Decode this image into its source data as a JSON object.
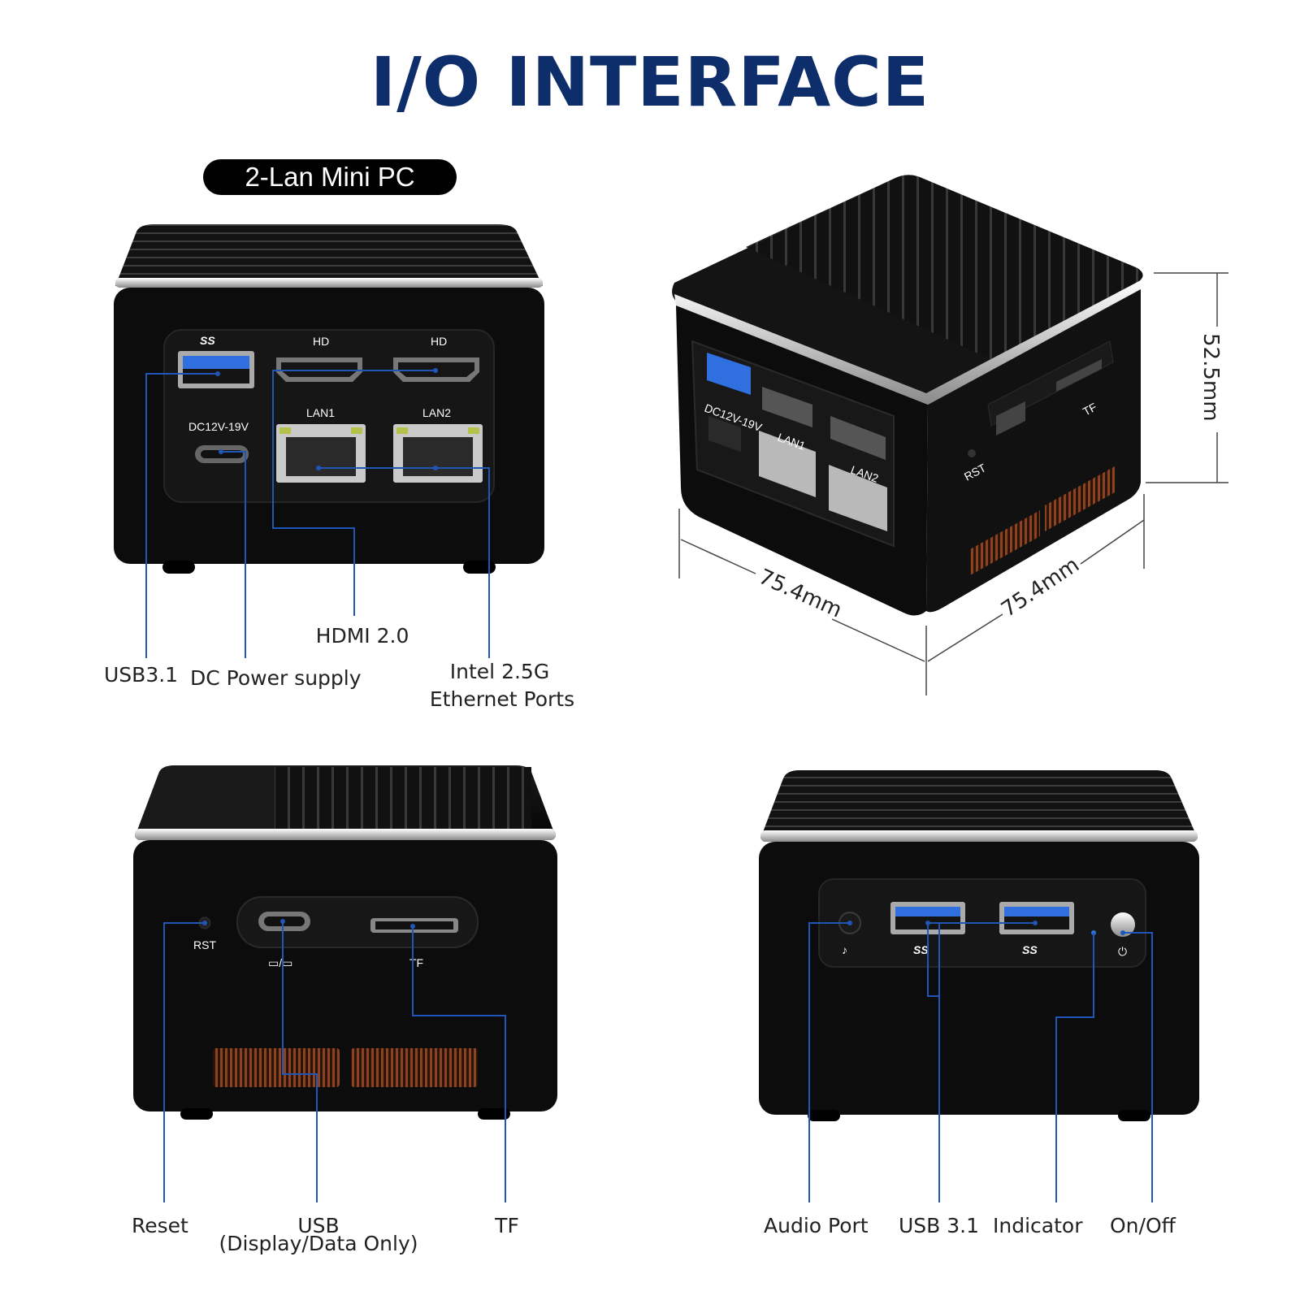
{
  "title": "I/O INTERFACE",
  "badge": "2-Lan Mini PC",
  "front_view": {
    "port_text": {
      "ss": "SS",
      "dc": "DC12V-19V",
      "lan1": "LAN1",
      "lan2": "LAN2"
    },
    "callouts": {
      "usb": "USB3.1",
      "dc": "DC Power supply",
      "hdmi": "HDMI 2.0",
      "lan_line1": "Intel 2.5G",
      "lan_line2": "Ethernet Ports"
    }
  },
  "iso_view": {
    "dims": {
      "height": "52.5mm",
      "depth": "75.4mm",
      "width": "75.4mm"
    },
    "port_text": {
      "dc": "DC12V-19V",
      "lan1": "LAN1",
      "lan2": "LAN2",
      "rst": "RST",
      "tf": "TF"
    }
  },
  "side_view": {
    "port_text": {
      "rst": "RST",
      "tf": "TF"
    },
    "callouts": {
      "reset": "Reset",
      "usb_line1": "USB",
      "usb_line2": "(Display/Data Only)",
      "tf": "TF"
    }
  },
  "back_view": {
    "callouts": {
      "audio": "Audio Port",
      "usb": "USB 3.1",
      "indicator": "Indicator",
      "onoff": "On/Off"
    }
  },
  "colors": {
    "title": "#0e2d6b",
    "callout_line": "#1f56b8",
    "usb_blue": "#2f6fe0",
    "body": "#0d0d0d",
    "vent": "#7a3a1c"
  }
}
